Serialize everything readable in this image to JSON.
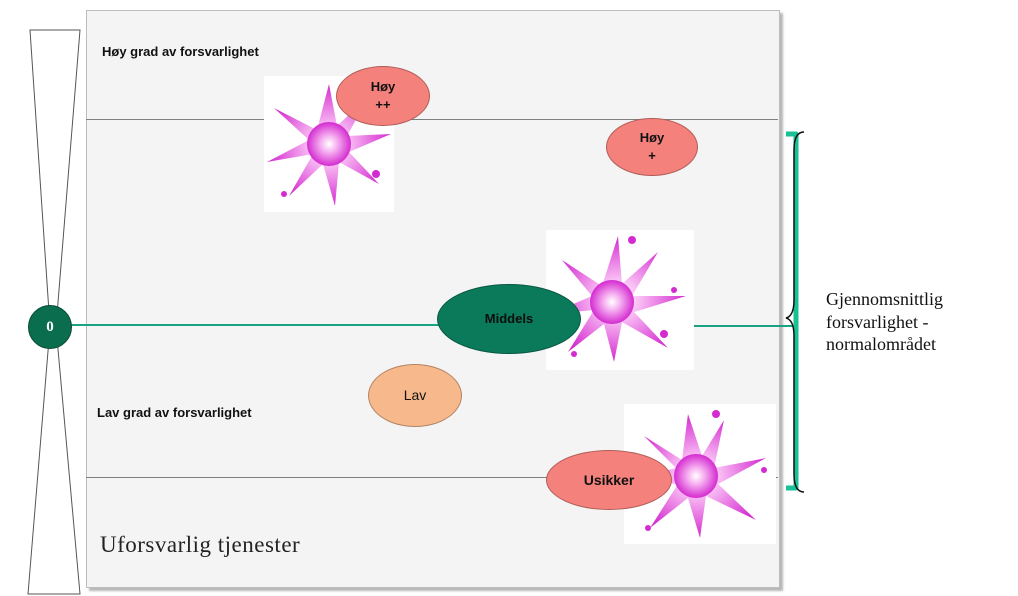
{
  "diagram": {
    "zones": {
      "high": "Høy grad av forsvarlighet",
      "low": "Lav grad av forsvarlighet",
      "unacceptable": "Uforsvarlig tjenester"
    },
    "normal_range_label": "Gjennomsnittlig\nforsvarlighet -\nnormalområdet",
    "zero_label": "0",
    "levels": [
      {
        "id": "hoy-plus-plus",
        "label": "Høy\n++",
        "color": "#f4817b"
      },
      {
        "id": "hoy-plus",
        "label": "Høy\n+",
        "color": "#f4817b"
      },
      {
        "id": "middels",
        "label": "Middels",
        "color": "#0a7a5a"
      },
      {
        "id": "lav",
        "label": "Lav",
        "color": "#f7b88b"
      },
      {
        "id": "usikker",
        "label": "Usikker",
        "color": "#f4817b"
      }
    ],
    "colors": {
      "axis_line": "#1aa383",
      "bracket": "#18c195",
      "splash": "#e040d8"
    },
    "icons": [
      "hourglass-icon",
      "paint-splash-icon"
    ]
  }
}
